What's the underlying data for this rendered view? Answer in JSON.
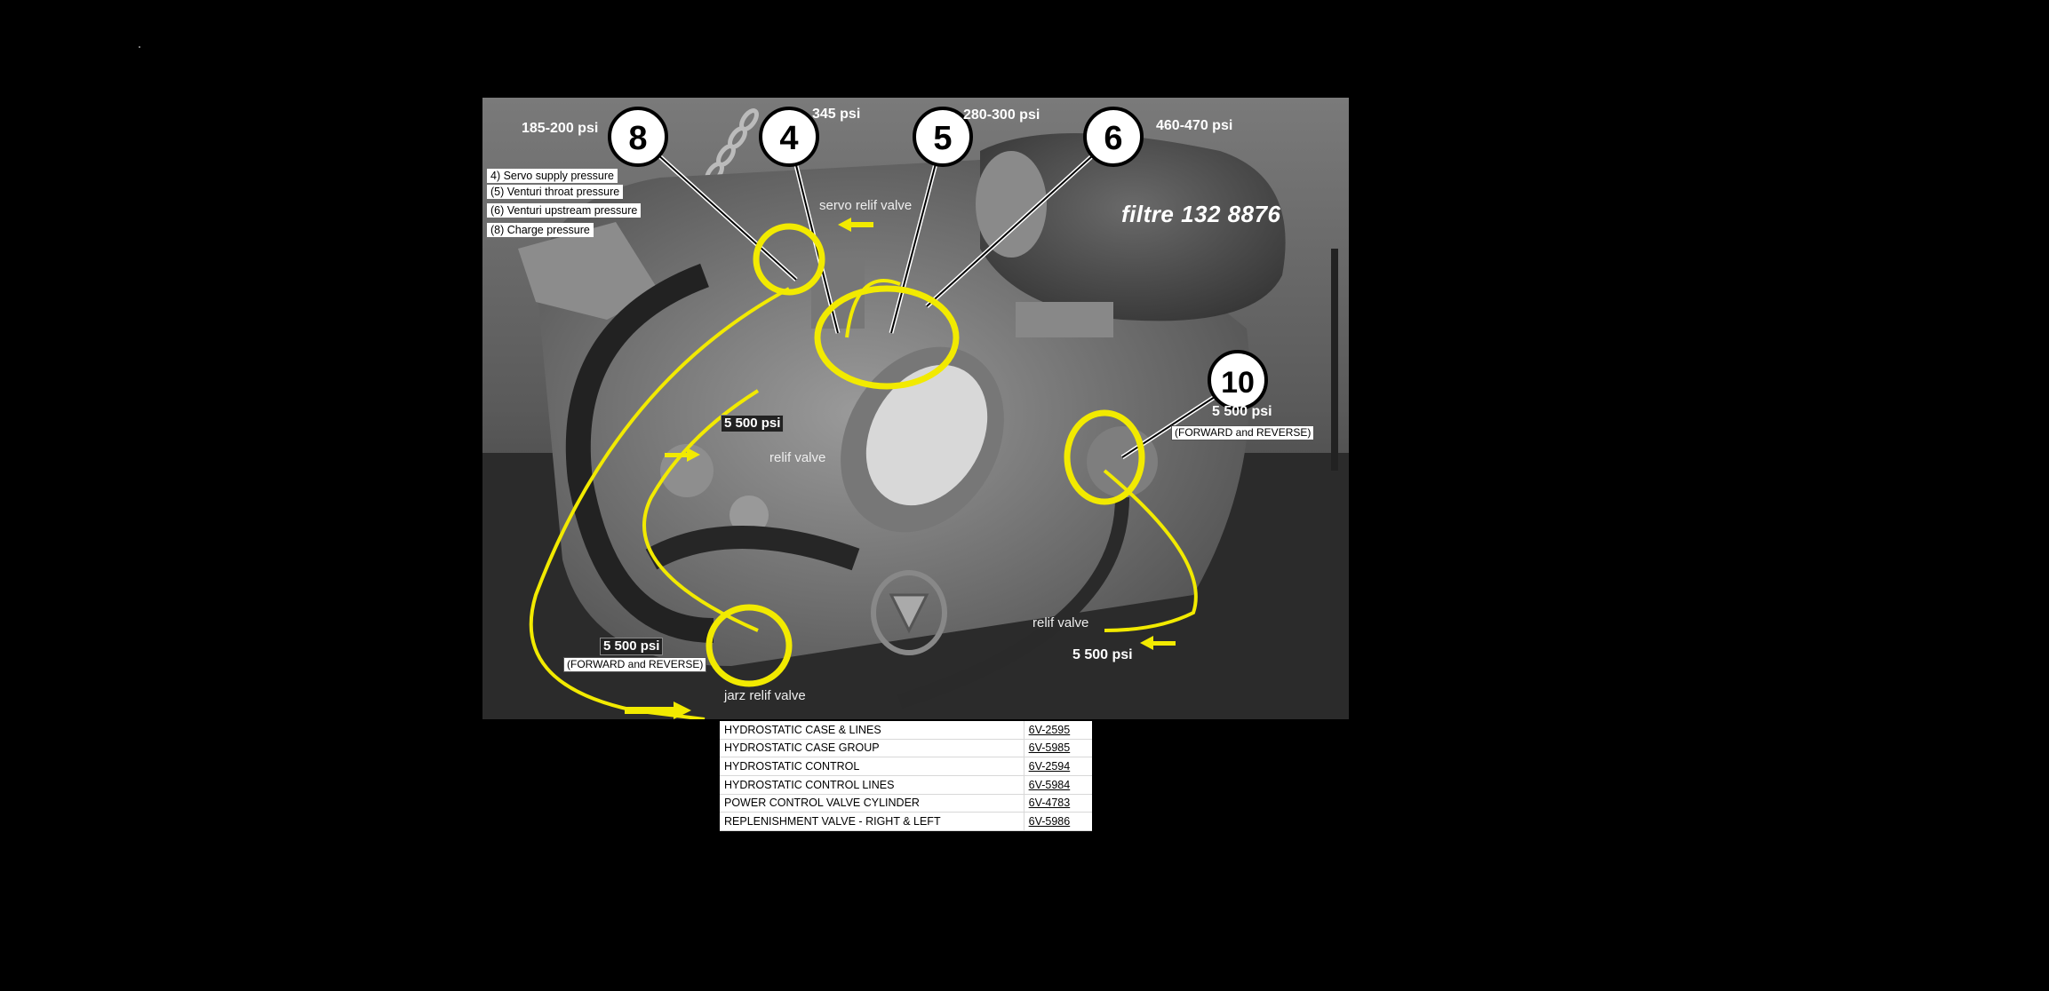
{
  "callouts": [
    {
      "number": "8",
      "pressure": "185-200 psi"
    },
    {
      "number": "4",
      "pressure": "345 psi"
    },
    {
      "number": "5",
      "pressure": "280-300 psi"
    },
    {
      "number": "6",
      "pressure": "460-470 psi"
    },
    {
      "number": "10",
      "pressure": "5 500 psi"
    }
  ],
  "legend": [
    "4) Servo supply pressure",
    "(5) Venturi throat pressure",
    "(6) Venturi upstream pressure",
    "(8) Charge pressure"
  ],
  "filter_label": "filtre 132 8876",
  "annotations": {
    "servo_relief": "servo relif valve",
    "relief_left": "relif valve",
    "relief_right": "relif valve",
    "jarz_relief": "jarz relif valve",
    "psi_left_mid": "5 500 psi",
    "psi_left_low": "5 500 psi",
    "psi_right_low": "5 500 psi",
    "fwd_rev_left": "(FORWARD and REVERSE)",
    "fwd_rev_right": "(FORWARD and REVERSE)"
  },
  "parts": [
    {
      "name": "HYDROSTATIC CASE & LINES",
      "number": "6V-2595"
    },
    {
      "name": "HYDROSTATIC CASE GROUP",
      "number": "6V-5985"
    },
    {
      "name": "HYDROSTATIC CONTROL",
      "number": "6V-2594"
    },
    {
      "name": "HYDROSTATIC CONTROL LINES",
      "number": "6V-5984"
    },
    {
      "name": "POWER CONTROL VALVE CYLINDER",
      "number": "6V-4783"
    },
    {
      "name": "REPLENISHMENT VALVE - RIGHT & LEFT",
      "number": "6V-5986"
    }
  ],
  "colors": {
    "highlight": "#f2ea00",
    "background": "#000000"
  }
}
